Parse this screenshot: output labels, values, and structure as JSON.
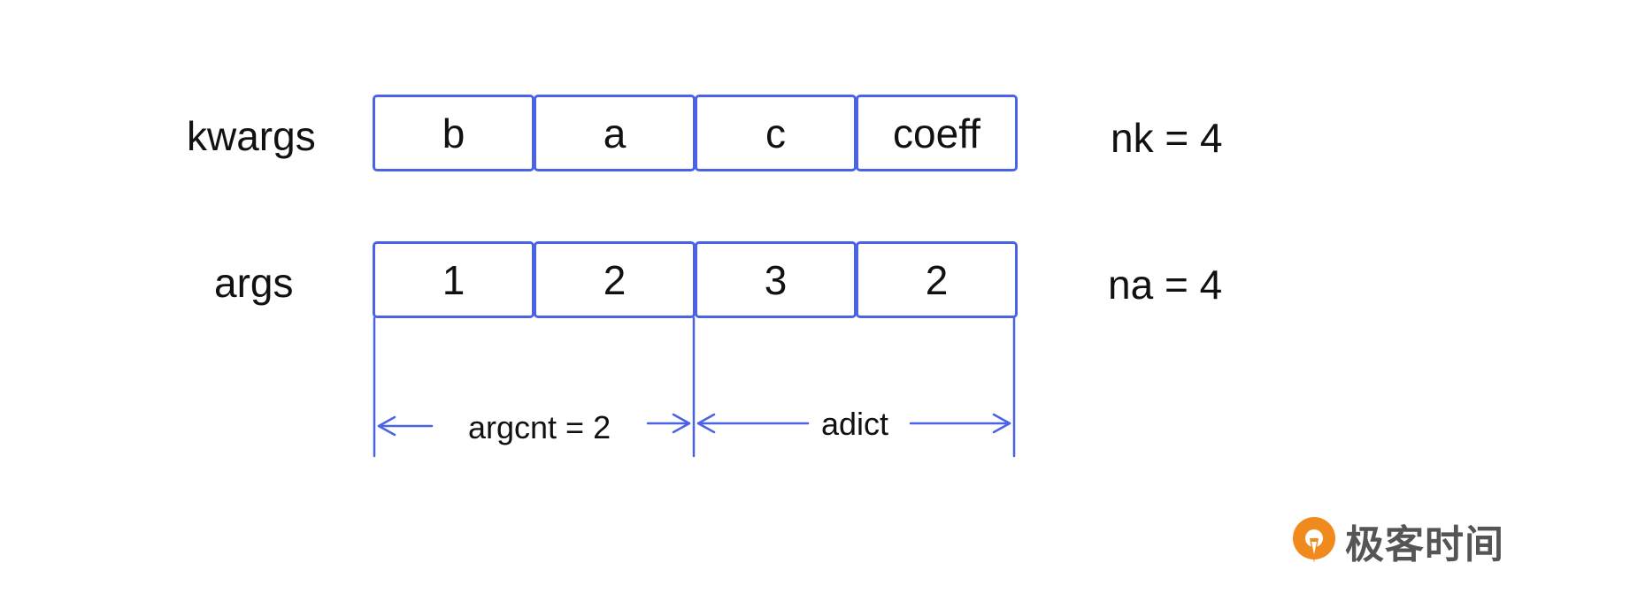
{
  "rows": [
    {
      "label": "kwargs",
      "cells": [
        "b",
        "a",
        "c",
        "coeff"
      ],
      "count": "nk = 4"
    },
    {
      "label": "args",
      "cells": [
        "1",
        "2",
        "3",
        "2"
      ],
      "count": "na = 4"
    }
  ],
  "spans": [
    {
      "label": "argcnt = 2"
    },
    {
      "label": "adict"
    }
  ],
  "brand": {
    "text": "极客时间"
  },
  "colors": {
    "accent": "#4a63e6",
    "brand_orange": "#f08a1c"
  }
}
